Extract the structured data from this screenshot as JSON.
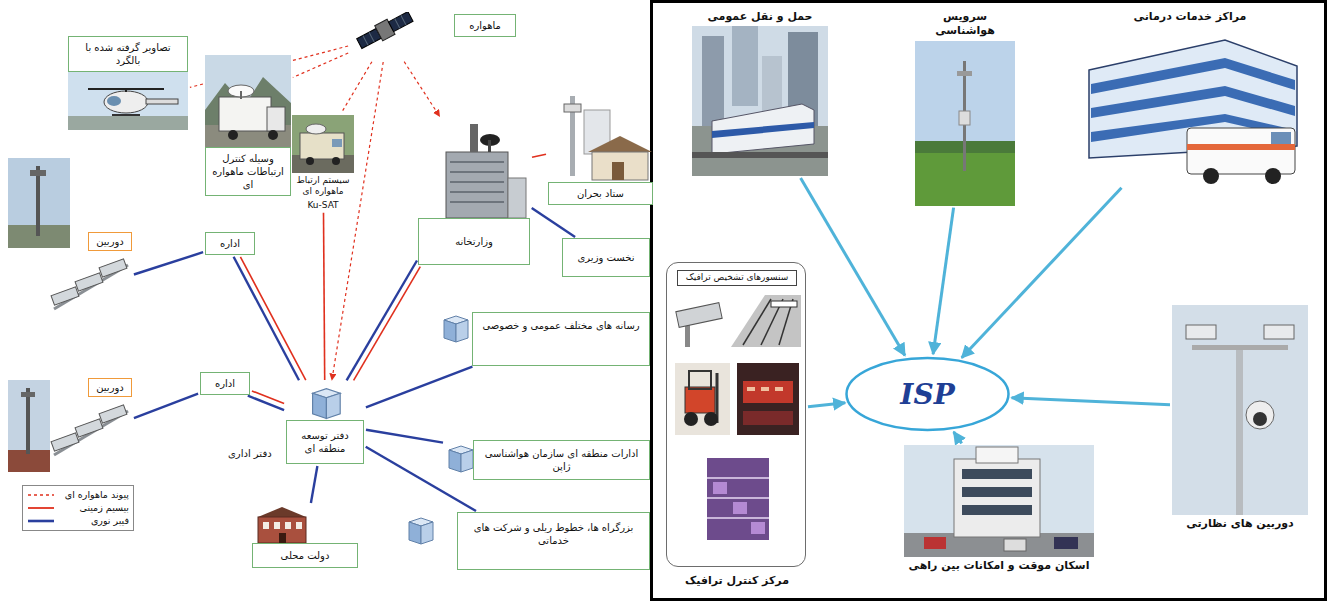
{
  "diagram": {
    "nodes": [
      {
        "text": [
          "ماهواره"
        ]
      },
      {
        "text": [
          "تصاویر گرفته شده با بالگرد"
        ]
      },
      {
        "text": [
          "وسیله کنترل ارتباطات ماهواره ای"
        ]
      },
      {
        "text": [
          "سیستم ارتباط ماهواره ای",
          "Ku-SAT"
        ]
      },
      {
        "text": [
          "وزارتخانه"
        ]
      },
      {
        "text": [
          "ستاد بحران"
        ]
      },
      {
        "text": [
          "نخست وزیری"
        ]
      },
      {
        "text": [
          "دوربین"
        ]
      },
      {
        "text": [
          "اداره"
        ]
      },
      {
        "text": [
          "دوربین"
        ]
      },
      {
        "text": [
          "اداره"
        ]
      },
      {
        "text": [
          "دفتر توسعه منطقه ای"
        ]
      },
      {
        "text": [
          "دولت محلی"
        ]
      },
      {
        "text": [
          "رسانه های مختلف عمومی و خصوصی"
        ]
      },
      {
        "text": [
          "ادارات منطقه ای سازمان هواشناسی ژاپن"
        ]
      },
      {
        "text": [
          "بزرگراه ها، خطوط ریلی و شرکت های خدماتی"
        ]
      },
      {
        "text": [
          "حمل و نقل عمومی"
        ]
      },
      {
        "text": [
          "سرویس هواشناسی"
        ]
      },
      {
        "text": [
          "مراکز خدمات درمانی"
        ]
      },
      {
        "text": [
          "ISP"
        ]
      },
      {
        "text": [
          "مرکز کنترل ترافیک"
        ]
      },
      {
        "text": [
          "سنسورهای تشخیص ترافیک"
        ],
        "in": 20
      },
      {
        "text": [
          "اسکان موقت و امکانات بین راهی"
        ]
      },
      {
        "text": [
          "دوربین های نظارتی"
        ]
      }
    ],
    "edges": [
      {
        "from": 0,
        "to": 1,
        "arrow": "none"
      },
      {
        "from": 0,
        "to": 2,
        "arrow": "none"
      },
      {
        "from": 0,
        "to": 3,
        "arrow": "none"
      },
      {
        "from": 0,
        "to": 4,
        "arrow": "to"
      },
      {
        "from": 0,
        "to": 11,
        "arrow": "to"
      },
      {
        "from": 4,
        "to": 5,
        "arrow": "none"
      },
      {
        "from": 4,
        "to": 6,
        "arrow": "none"
      },
      {
        "from": 4,
        "to": 11,
        "arrow": "none"
      },
      {
        "from": 4,
        "to": 11,
        "arrow": "none"
      },
      {
        "from": 3,
        "to": 11,
        "arrow": "none"
      },
      {
        "from": 7,
        "to": 8,
        "arrow": "none"
      },
      {
        "from": 8,
        "to": 11,
        "arrow": "none"
      },
      {
        "from": 8,
        "to": 11,
        "arrow": "none"
      },
      {
        "from": 9,
        "to": 10,
        "arrow": "none"
      },
      {
        "from": 10,
        "to": 11,
        "arrow": "none"
      },
      {
        "from": 10,
        "to": 11,
        "arrow": "none"
      },
      {
        "from": 11,
        "to": 12,
        "arrow": "none"
      },
      {
        "from": 11,
        "to": 13,
        "arrow": "none"
      },
      {
        "from": 11,
        "to": 14,
        "arrow": "none"
      },
      {
        "from": 11,
        "to": 15,
        "arrow": "none"
      },
      {
        "from": 16,
        "to": 19,
        "arrow": "to"
      },
      {
        "from": 17,
        "to": 19,
        "arrow": "to"
      },
      {
        "from": 18,
        "to": 19,
        "arrow": "to"
      },
      {
        "from": 20,
        "to": 19,
        "arrow": "to"
      },
      {
        "from": 22,
        "to": 19,
        "arrow": "to"
      },
      {
        "from": 23,
        "to": 19,
        "arrow": "to"
      }
    ],
    "labels": [
      "دفتر اداری"
    ],
    "legend": [
      {
        "text": "پیوند ماهواره ای"
      },
      {
        "text": "بیسیم زمینی"
      },
      {
        "text": "فیبر نوری"
      }
    ]
  }
}
